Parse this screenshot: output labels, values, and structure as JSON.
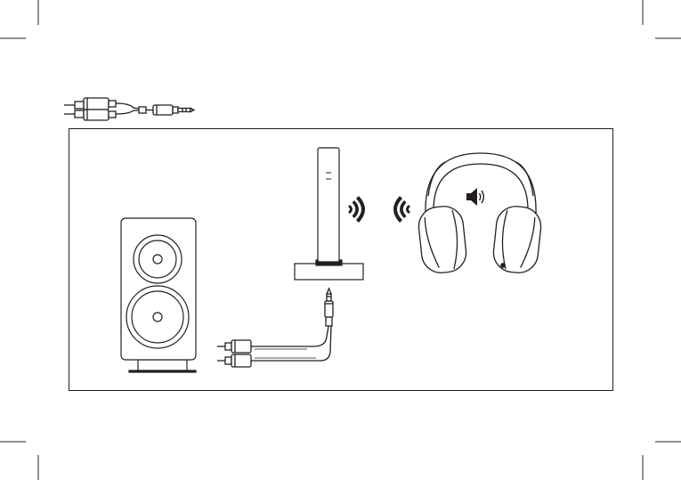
{
  "page": {
    "background": "#ffffff",
    "line_color": "#231f20"
  },
  "components": {
    "rca_to_jack_cable_icon": "rca-to-3.5mm-cable",
    "speaker_icon": "bookshelf-speaker",
    "transmitter_icon": "wireless-transmitter-base",
    "headphones_icon": "wireless-headphones",
    "wireless_signal_icon": "wireless-waves",
    "volume_icon": "speaker-volume"
  }
}
